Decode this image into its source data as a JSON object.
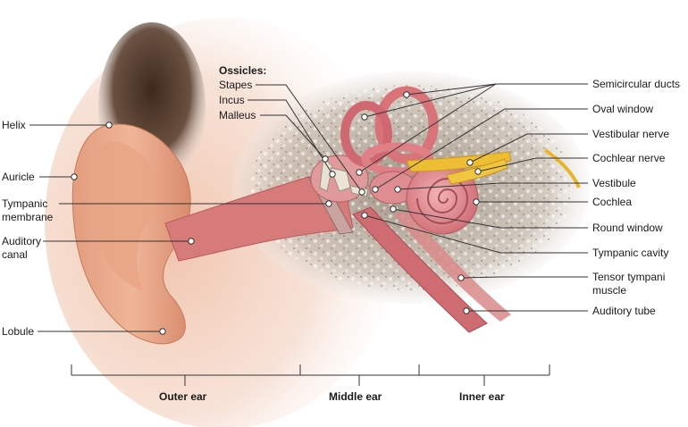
{
  "ossicles_header": "Ossicles:",
  "left_labels": {
    "helix": "Helix",
    "auricle": "Auricle",
    "tympanic_membrane_1": "Tympanic",
    "tympanic_membrane_2": "membrane",
    "auditory_canal_1": "Auditory",
    "auditory_canal_2": "canal",
    "lobule": "Lobule"
  },
  "ossicle_labels": {
    "stapes": "Stapes",
    "incus": "Incus",
    "malleus": "Malleus"
  },
  "right_labels": {
    "semicircular_ducts": "Semicircular ducts",
    "oval_window": "Oval window",
    "vestibular_nerve": "Vestibular nerve",
    "cochlear_nerve": "Cochlear nerve",
    "vestibule": "Vestibule",
    "cochlea": "Cochlea",
    "round_window": "Round window",
    "tympanic_cavity": "Tympanic cavity",
    "tensor_tympani_1": "Tensor tympani",
    "tensor_tympani_2": "muscle",
    "auditory_tube": "Auditory tube"
  },
  "sections": {
    "outer": "Outer ear",
    "middle": "Middle ear",
    "inner": "Inner ear"
  },
  "colors": {
    "skin": "#e8a98a",
    "skin_dark": "#c97a5e",
    "hair": "#4a3526",
    "bone": "#b9ad9e",
    "tube": "#d9737a",
    "tube_dark": "#b84f5a",
    "nerve": "#e8b52a",
    "leader": "#333333"
  }
}
